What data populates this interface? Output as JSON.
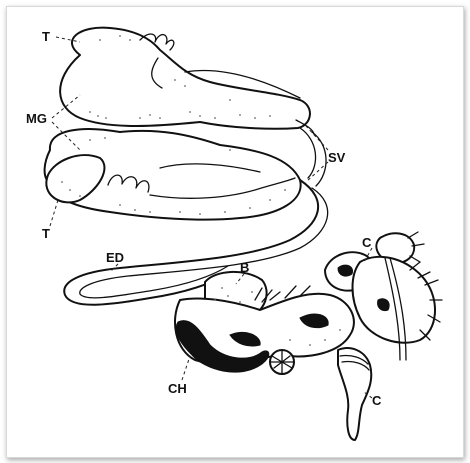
{
  "labels": {
    "t_top": "T",
    "mg": "MG",
    "t_bottom": "T",
    "sv": "SV",
    "ed": "ED",
    "b": "B",
    "ch": "CH",
    "c_top": "C",
    "c_bottom": "C"
  },
  "colors": {
    "ink": "#111111",
    "paper": "#ffffff",
    "frame_border": "#d9d9d9"
  }
}
